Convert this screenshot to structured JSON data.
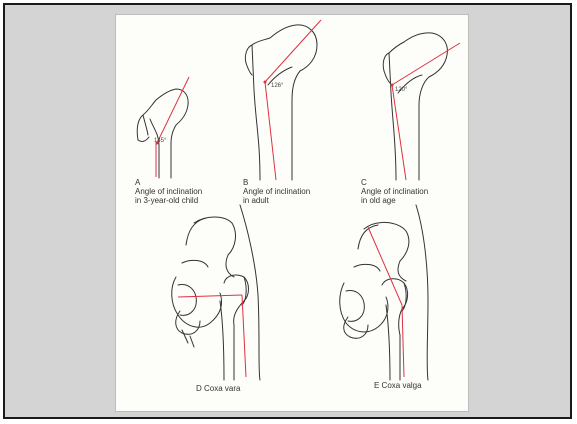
{
  "figure": {
    "panel_a": {
      "letter": "A",
      "line1": "Angle of inclination",
      "line2": "in 3-year-old child",
      "angle": "145°"
    },
    "panel_b": {
      "letter": "B",
      "line1": "Angle of inclination",
      "line2": "in adult",
      "angle": "126°"
    },
    "panel_c": {
      "letter": "C",
      "line1": "Angle of inclination",
      "line2": "in old age",
      "angle": "120°"
    },
    "panel_d": {
      "caption": "D Coxa vara"
    },
    "panel_e": {
      "caption": "E Coxa valga"
    }
  },
  "colors": {
    "frame_bg": "#d4d4d4",
    "plate_bg": "#fdfdfa",
    "ink": "#333333",
    "axis_line": "#e03040"
  }
}
